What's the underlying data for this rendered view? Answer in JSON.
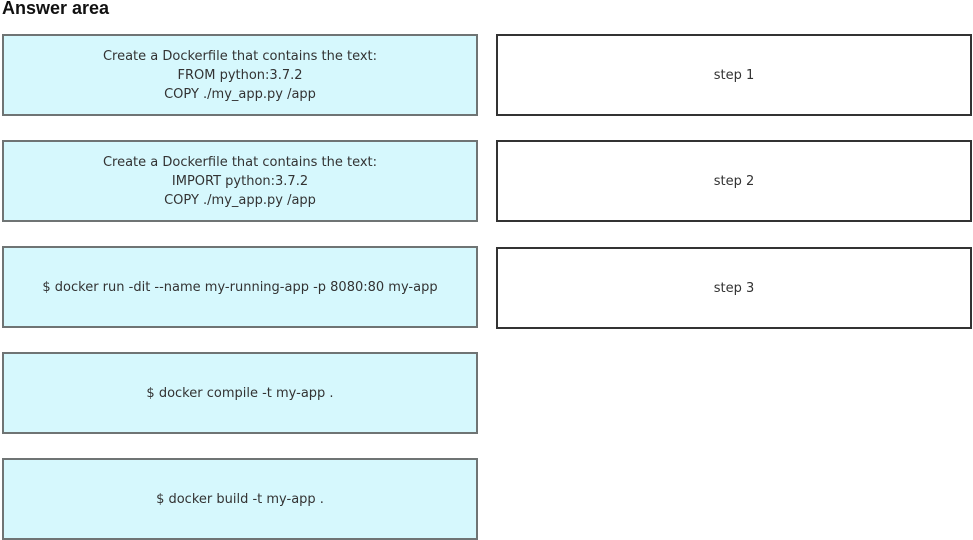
{
  "title": "Answer area",
  "actions": [
    {
      "lines": [
        "Create a Dockerfile that contains the text:",
        "FROM python:3.7.2",
        "COPY ./my_app.py /app"
      ]
    },
    {
      "lines": [
        "Create a Dockerfile that contains the text:",
        "IMPORT python:3.7.2",
        "COPY ./my_app.py /app"
      ]
    },
    {
      "lines": [
        "$ docker run -dit --name my-running-app -p 8080:80 my-app"
      ]
    },
    {
      "lines": [
        "$ docker compile -t my-app ."
      ]
    },
    {
      "lines": [
        "$ docker build -t my-app ."
      ]
    }
  ],
  "steps": [
    "step 1",
    "step 2",
    "step 3"
  ]
}
